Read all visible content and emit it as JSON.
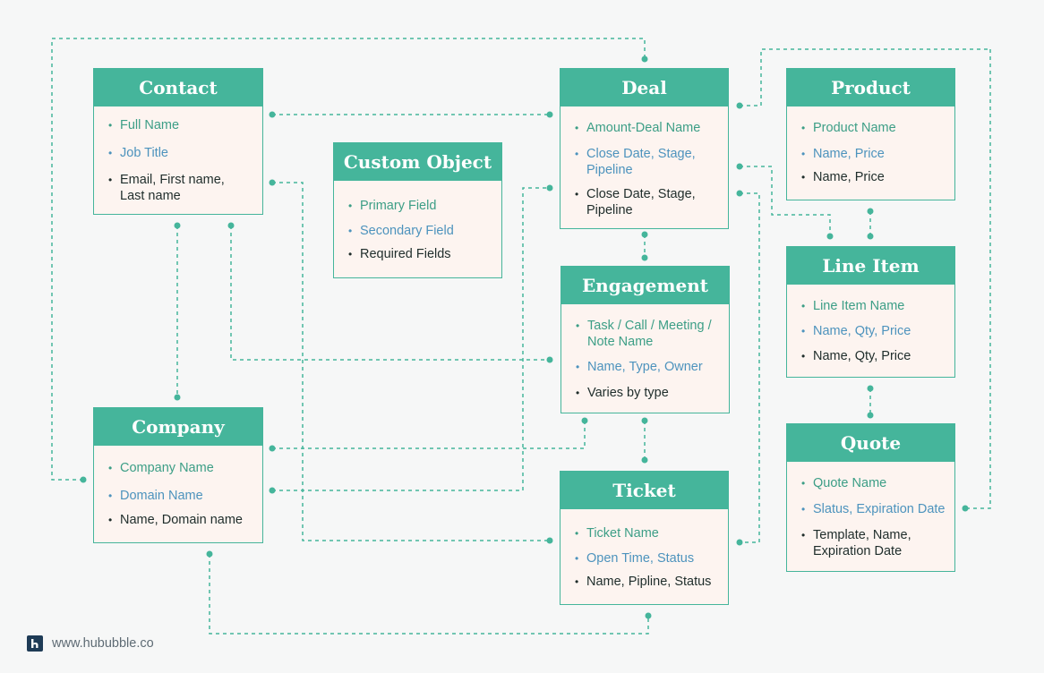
{
  "footer": {
    "url": "www.hububble.co",
    "logo_icon": "hububble-logo-icon"
  },
  "colors": {
    "accent": "#45b59b",
    "card_bg": "#fdf4f0",
    "primary_field": "#3c9e86",
    "secondary_field": "#4d93bd",
    "required_field": "#1f2d2b"
  },
  "objects": {
    "contact": {
      "title": "Contact",
      "fields": [
        "Full Name",
        "Job Title",
        "Email, First name,\nLast name"
      ]
    },
    "company": {
      "title": "Company",
      "fields": [
        "Company Name",
        "Domain Name",
        "Name, Domain name"
      ]
    },
    "custom": {
      "title": "Custom Object",
      "fields": [
        "Primary Field",
        "Secondary Field",
        "Required Fields"
      ]
    },
    "deal": {
      "title": "Deal",
      "fields": [
        "Amount-Deal Name",
        "Close Date, Stage,\nPipeline",
        "Close Date, Stage,\nPipeline"
      ]
    },
    "engagement": {
      "title": "Engagement",
      "fields": [
        "Task / Call / Meeting /\nNote Name",
        "Name, Type, Owner",
        "Varies by type"
      ]
    },
    "ticket": {
      "title": "Ticket",
      "fields": [
        "Ticket Name",
        "Open Time, Status",
        "Name, Pipline, Status"
      ]
    },
    "product": {
      "title": "Product",
      "fields": [
        "Product Name",
        "Name, Price",
        "Name, Price"
      ]
    },
    "lineitem": {
      "title": "Line Item",
      "fields": [
        "Line Item Name",
        "Name, Qty, Price",
        "Name, Qty, Price"
      ]
    },
    "quote": {
      "title": "Quote",
      "fields": [
        "Quote Name",
        "Slatus, Expiration Date",
        "Template, Name,\nExpiration Date"
      ]
    }
  }
}
